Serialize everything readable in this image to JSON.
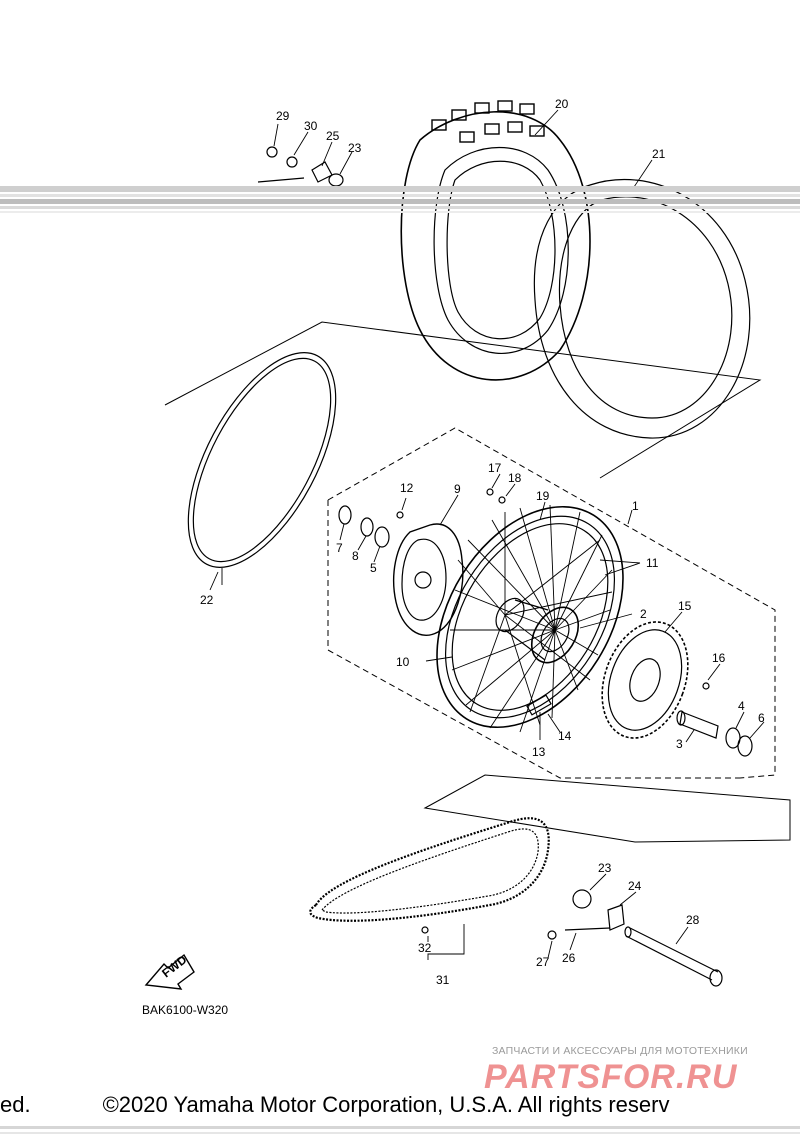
{
  "diagram_code": "BAK6100-W320",
  "fwd_label": "FWD",
  "callouts": {
    "c1": "1",
    "c2": "2",
    "c3": "3",
    "c4": "4",
    "c5": "5",
    "c6": "6",
    "c7": "7",
    "c8": "8",
    "c9": "9",
    "c10": "10",
    "c11": "11",
    "c12": "12",
    "c13": "13",
    "c14": "14",
    "c15": "15",
    "c16": "16",
    "c17": "17",
    "c18": "18",
    "c19": "19",
    "c20": "20",
    "c21": "21",
    "c22": "22",
    "c23a": "23",
    "c23b": "23",
    "c24": "24",
    "c25": "25",
    "c26": "26",
    "c27": "27",
    "c28": "28",
    "c29": "29",
    "c30": "30",
    "c31": "31",
    "c32": "32"
  },
  "watermark": {
    "caption": "ЗАПЧАСТИ И АКСЕССУАРЫ ДЛЯ МОТОТЕХНИКИ",
    "logo_text": "PARTSFOR.RU",
    "logo_color": "#e23a3a"
  },
  "footer": {
    "left_fragment": "ed.",
    "copyright": "©2020 Yamaha Motor Corporation, U.S.A. All rights reserv"
  }
}
